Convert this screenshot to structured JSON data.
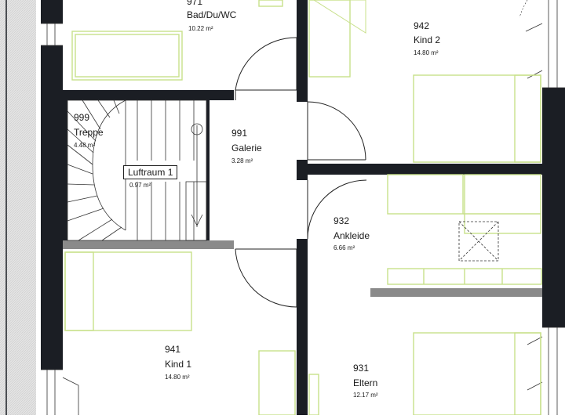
{
  "colors": {
    "wall": "#1b1e24",
    "interior_wall": "#7a7a7a",
    "furniture": "#c8e08a",
    "lines": "#333333",
    "background": "#ffffff",
    "exterior": "#e6e6e6"
  },
  "rooms": [
    {
      "number": "971",
      "name": "Bad/Du/WC",
      "area": "10.22 m²"
    },
    {
      "number": "942",
      "name": "Kind 2",
      "area": "14.80 m²"
    },
    {
      "number": "999",
      "name": "Treppe",
      "area": "4.48 m²"
    },
    {
      "number": "991",
      "name": "Galerie",
      "area": "3.28 m²"
    },
    {
      "number": "",
      "name": "Luftraum 1",
      "area": "0.97 m²"
    },
    {
      "number": "932",
      "name": "Ankleide",
      "area": "6.66 m²"
    },
    {
      "number": "941",
      "name": "Kind 1",
      "area": "14.80 m²"
    },
    {
      "number": "931",
      "name": "Eltern",
      "area": "12.17 m²"
    }
  ]
}
